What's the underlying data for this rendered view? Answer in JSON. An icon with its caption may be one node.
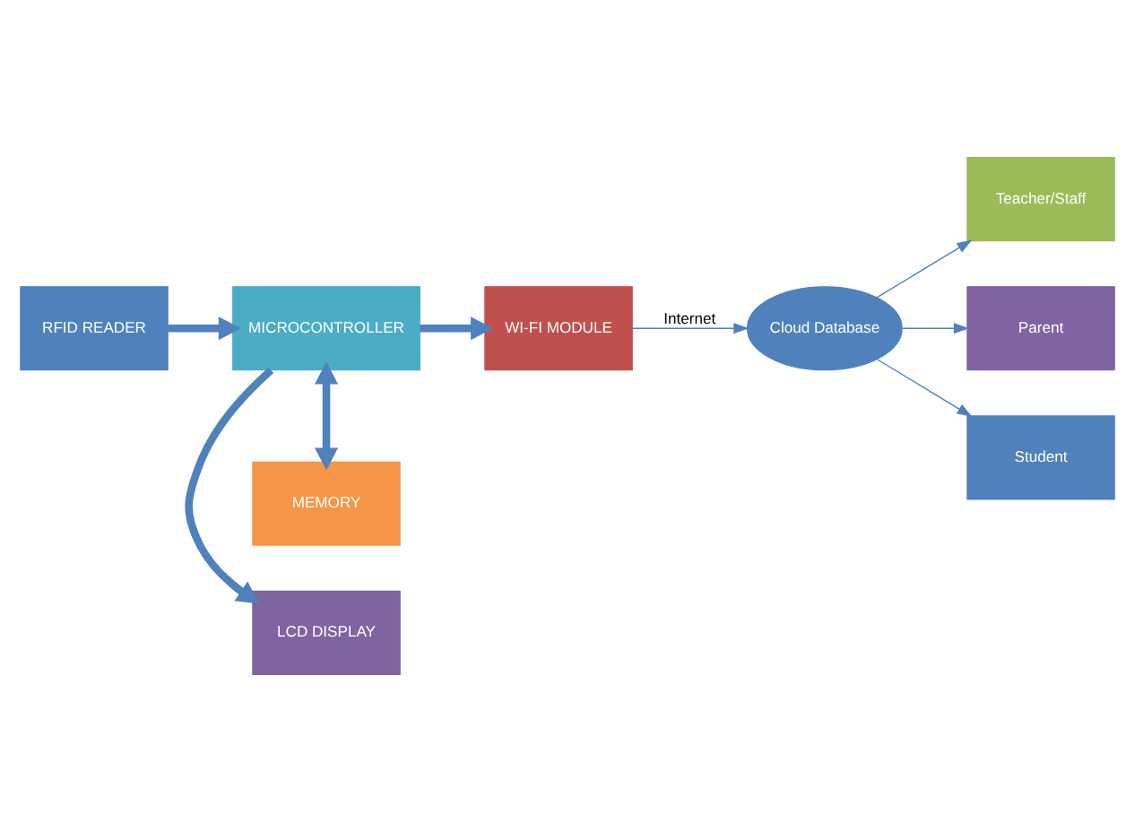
{
  "diagram": {
    "nodes": [
      {
        "text": [
          "RFID READER"
        ]
      },
      {
        "text": [
          "LCD DISPLAY"
        ]
      },
      {
        "text": [
          "MICROCONTROLLER"
        ]
      },
      {
        "text": [
          "MEMORY"
        ]
      },
      {
        "text": [
          "WI-FI MODULE"
        ]
      },
      {
        "text": [
          "Cloud Database"
        ]
      },
      {
        "text": [
          "Teacher/Staff"
        ]
      },
      {
        "text": [
          "Parent"
        ]
      },
      {
        "text": [
          "Student"
        ]
      }
    ],
    "edges": [
      {
        "from": 0,
        "to": 2,
        "arrow": "to",
        "style": "thick"
      },
      {
        "from": 2,
        "to": 1,
        "arrow": "to",
        "style": "thick"
      },
      {
        "from": 2,
        "to": 3,
        "arrow": "both",
        "style": "thick"
      },
      {
        "from": 2,
        "to": 4,
        "arrow": "to",
        "style": "thick"
      },
      {
        "from": 4,
        "to": 5,
        "arrow": "to",
        "label": "Internet"
      },
      {
        "from": 5,
        "to": 6,
        "arrow": "to"
      },
      {
        "from": 5,
        "to": 7,
        "arrow": "to"
      },
      {
        "from": 5,
        "to": 8,
        "arrow": "to"
      }
    ]
  }
}
